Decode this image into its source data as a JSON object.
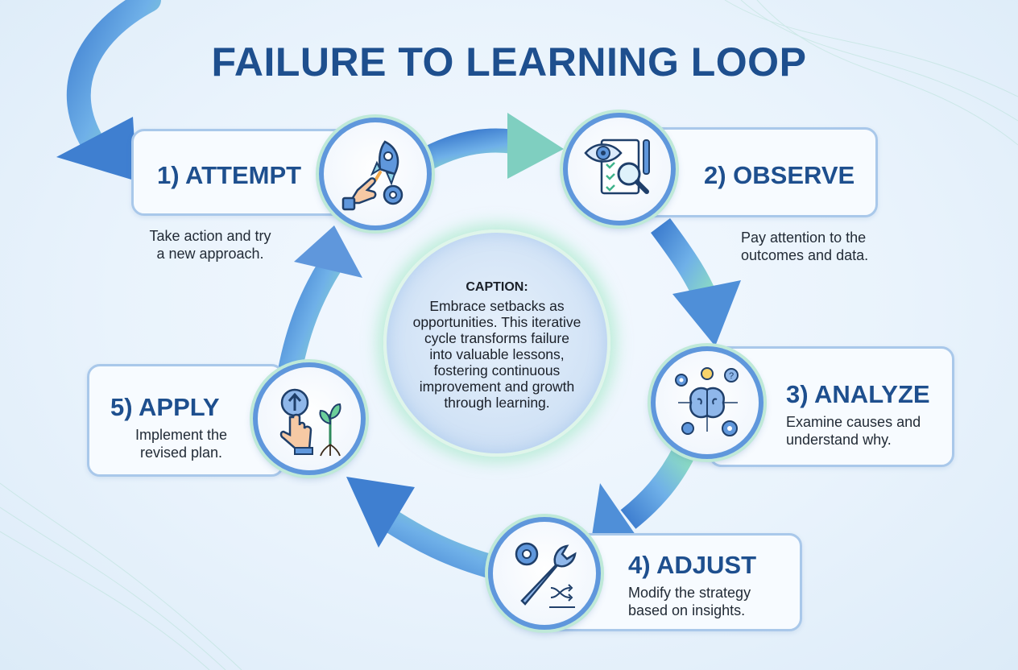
{
  "title": "FAILURE TO LEARNING LOOP",
  "caption": {
    "heading": "CAPTION:",
    "lines": [
      "Embrace setbacks as",
      "opportunities. This iterative",
      "cycle transforms failure",
      "into valuable lessons,",
      "fostering continuous",
      "improvement and growth",
      "through learning."
    ]
  },
  "steps": [
    {
      "label": "1) ATTEMPT",
      "icon": "rocket-hand-gear-icon",
      "desc": [
        "Take action and try",
        "a new approach."
      ]
    },
    {
      "label": "2) OBSERVE",
      "icon": "eye-clipboard-magnifier-icon",
      "desc": [
        "Pay attention to the",
        "outcomes and data."
      ]
    },
    {
      "label": "3) ANALYZE",
      "icon": "brain-lightbulb-gears-icon",
      "desc": [
        "Examine causes and",
        "understand why."
      ]
    },
    {
      "label": "4) ADJUST",
      "icon": "wrench-gear-shuffle-icon",
      "desc": [
        "Modify the strategy",
        "based on insights."
      ]
    },
    {
      "label": "5) APPLY",
      "icon": "hand-button-plant-icon",
      "desc": [
        "Implement the",
        "revised plan."
      ]
    }
  ],
  "colors": {
    "title": "#1e4f8e",
    "ring_blue": "#5f97dc",
    "ring_green": "#bfe9d8",
    "arrow_blue": "#4f8fd8",
    "arrow_green": "#8fe0c0"
  }
}
